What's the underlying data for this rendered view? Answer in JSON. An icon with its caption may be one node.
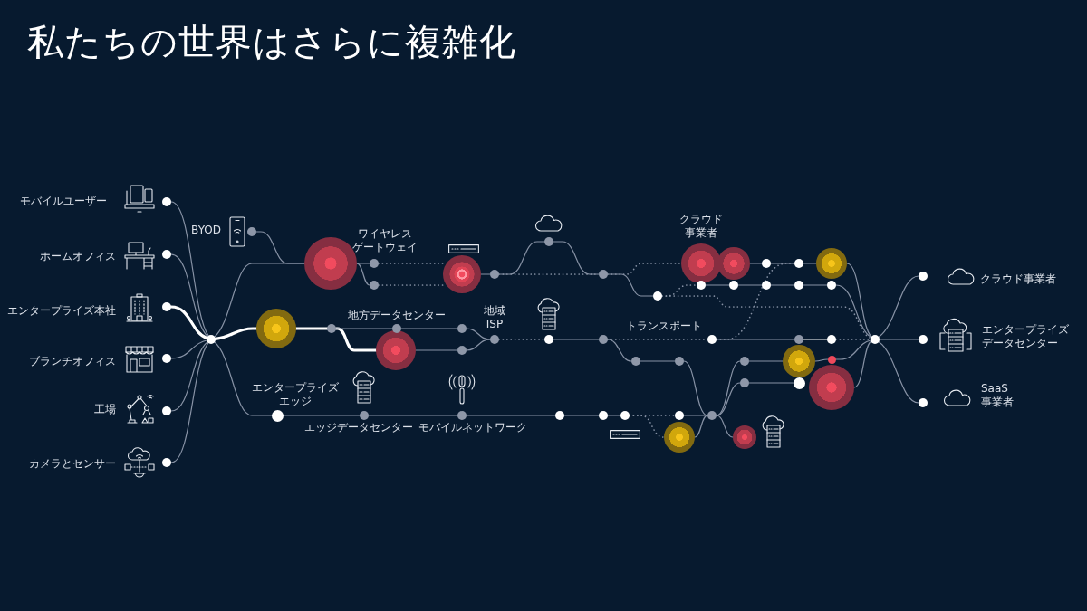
{
  "diagram": {
    "title": "私たちの世界はさらに複雑化",
    "nodes": [
      {
        "text": [],
        "shape": "circle"
      },
      {
        "text": [],
        "shape": "circle"
      },
      {
        "text": [],
        "shape": "circle"
      },
      {
        "text": [],
        "shape": "circle"
      },
      {
        "text": [],
        "shape": "circle"
      },
      {
        "text": [],
        "shape": "circle"
      },
      {
        "text": [],
        "shape": "circle"
      },
      {
        "text": [],
        "shape": "circle",
        "beside": [
          "BYOD"
        ]
      },
      {
        "text": [],
        "shape": "circle"
      },
      {
        "text": [],
        "shape": "circle",
        "beside": [
          "エンタープライズエッジ"
        ]
      },
      {
        "text": [],
        "shape": "circle",
        "beside": [
          "ワイヤレスゲートウェイ"
        ]
      },
      {
        "text": [],
        "shape": "circle"
      },
      {
        "text": [],
        "shape": "circle"
      },
      {
        "text": [],
        "shape": "circle"
      },
      {
        "text": [],
        "shape": "circle",
        "beside": [
          "地方データセンター"
        ]
      },
      {
        "text": [],
        "shape": "circle"
      },
      {
        "text": [],
        "shape": "circle",
        "beside": [
          "エッジデータセンター"
        ]
      },
      {
        "text": [],
        "shape": "circle"
      },
      {
        "text": [],
        "shape": "circle"
      },
      {
        "text": [],
        "shape": "circle"
      },
      {
        "text": [],
        "shape": "circle",
        "beside": [
          "モバイルネットワーク"
        ]
      },
      {
        "text": [],
        "shape": "circle"
      },
      {
        "text": [],
        "shape": "circle",
        "beside": [
          "地域 ISP"
        ]
      },
      {
        "text": [],
        "shape": "circle"
      },
      {
        "text": [],
        "shape": "circle"
      },
      {
        "text": [],
        "shape": "circle"
      },
      {
        "text": [],
        "shape": "circle"
      },
      {
        "text": [],
        "shape": "circle"
      },
      {
        "text": [],
        "shape": "circle"
      },
      {
        "text": [],
        "shape": "circle"
      },
      {
        "text": [],
        "shape": "circle"
      },
      {
        "text": [],
        "shape": "circle"
      },
      {
        "text": [],
        "shape": "circle"
      },
      {
        "text": [],
        "shape": "circle"
      },
      {
        "text": [],
        "shape": "circle"
      },
      {
        "text": [],
        "shape": "circle",
        "beside": [
          "クラウド事業者"
        ]
      },
      {
        "text": [],
        "shape": "circle"
      },
      {
        "text": [],
        "shape": "circle"
      },
      {
        "text": [],
        "shape": "circle"
      },
      {
        "text": [],
        "shape": "circle"
      },
      {
        "text": [],
        "shape": "circle"
      },
      {
        "text": [],
        "shape": "circle"
      },
      {
        "text": [],
        "shape": "circle"
      },
      {
        "text": [],
        "shape": "circle"
      },
      {
        "text": [],
        "shape": "circle"
      },
      {
        "text": [],
        "shape": "circle"
      },
      {
        "text": [],
        "shape": "circle"
      },
      {
        "text": [],
        "shape": "circle"
      },
      {
        "text": [],
        "shape": "circle"
      },
      {
        "text": [],
        "shape": "circle"
      },
      {
        "text": [],
        "shape": "circle"
      },
      {
        "text": [],
        "shape": "circle"
      },
      {
        "text": [],
        "shape": "circle"
      },
      {
        "text": [],
        "shape": "circle"
      },
      {
        "text": [],
        "shape": "circle"
      },
      {
        "text": [],
        "shape": "circle"
      },
      {
        "text": [],
        "shape": "circle"
      },
      {
        "text": [],
        "shape": "circle"
      },
      {
        "text": [],
        "shape": "circle"
      },
      {
        "text": [],
        "shape": "circle"
      }
    ],
    "edges": [
      {
        "from": 0,
        "to": 6,
        "arrow": "none"
      },
      {
        "from": 1,
        "to": 6,
        "arrow": "none"
      },
      {
        "from": 2,
        "to": 6,
        "arrow": "none",
        "style": "thick",
        "color": "#ffffff"
      },
      {
        "from": 3,
        "to": 6,
        "arrow": "none"
      },
      {
        "from": 4,
        "to": 6,
        "arrow": "none"
      },
      {
        "from": 5,
        "to": 6,
        "arrow": "none"
      },
      {
        "from": 6,
        "to": 10,
        "arrow": "none"
      },
      {
        "from": 7,
        "to": 10,
        "arrow": "none"
      },
      {
        "from": 6,
        "to": 8,
        "arrow": "none",
        "style": "thick",
        "color": "#ffffff"
      },
      {
        "from": 6,
        "to": 9,
        "arrow": "none"
      },
      {
        "from": 10,
        "to": 12,
        "arrow": "none"
      },
      {
        "from": 10,
        "to": 13,
        "arrow": "none"
      },
      {
        "from": 8,
        "to": 11,
        "arrow": "none",
        "style": "thick",
        "color": "#ffffff"
      },
      {
        "from": 11,
        "to": 15,
        "arrow": "none",
        "style": "thick",
        "color": "#ffffff"
      },
      {
        "from": 11,
        "to": 14,
        "arrow": "none"
      },
      {
        "from": 9,
        "to": 16,
        "arrow": "none"
      },
      {
        "from": 12,
        "to": 17,
        "arrow": "none",
        "style": "dashed"
      },
      {
        "from": 13,
        "to": 17,
        "arrow": "none",
        "style": "dashed"
      },
      {
        "from": 14,
        "to": 18,
        "arrow": "none"
      },
      {
        "from": 15,
        "to": 19,
        "arrow": "none"
      },
      {
        "from": 16,
        "to": 20,
        "arrow": "none"
      },
      {
        "from": 17,
        "to": 21,
        "arrow": "none"
      },
      {
        "from": 18,
        "to": 22,
        "arrow": "none"
      },
      {
        "from": 19,
        "to": 22,
        "arrow": "none"
      },
      {
        "from": 20,
        "to": 25,
        "arrow": "none"
      },
      {
        "from": 21,
        "to": 23,
        "arrow": "none"
      },
      {
        "from": 21,
        "to": 26,
        "arrow": "none",
        "style": "dashed"
      },
      {
        "from": 22,
        "to": 24,
        "arrow": "none",
        "style": "dashed"
      },
      {
        "from": 23,
        "to": 26,
        "arrow": "none"
      },
      {
        "from": 24,
        "to": 27,
        "arrow": "none"
      },
      {
        "from": 25,
        "to": 28,
        "arrow": "none"
      },
      {
        "from": 26,
        "to": 31,
        "arrow": "none"
      },
      {
        "from": 26,
        "to": 35,
        "arrow": "none",
        "style": "dashed"
      },
      {
        "from": 27,
        "to": 30,
        "arrow": "none"
      },
      {
        "from": 27,
        "to": 37,
        "arrow": "none",
        "style": "dashed"
      },
      {
        "from": 28,
        "to": 29,
        "arrow": "none"
      },
      {
        "from": 29,
        "to": 33,
        "arrow": "none",
        "style": "dashed"
      },
      {
        "from": 29,
        "to": 34,
        "arrow": "none",
        "style": "dashed"
      },
      {
        "from": 30,
        "to": 32,
        "arrow": "none"
      },
      {
        "from": 31,
        "to": 36,
        "arrow": "none",
        "style": "dashed"
      },
      {
        "from": 31,
        "to": 56,
        "arrow": "none",
        "style": "dashed"
      },
      {
        "from": 32,
        "to": 38,
        "arrow": "none"
      },
      {
        "from": 33,
        "to": 38,
        "arrow": "none"
      },
      {
        "from": 34,
        "to": 38,
        "arrow": "none"
      },
      {
        "from": 36,
        "to": 40,
        "arrow": "none"
      },
      {
        "from": 37,
        "to": 48,
        "arrow": "none"
      },
      {
        "from": 37,
        "to": 46,
        "arrow": "none",
        "style": "dashed"
      },
      {
        "from": 38,
        "to": 41,
        "arrow": "none"
      },
      {
        "from": 38,
        "to": 42,
        "arrow": "none"
      },
      {
        "from": 38,
        "to": 43,
        "arrow": "none"
      },
      {
        "from": 39,
        "to": 44,
        "arrow": "none"
      },
      {
        "from": 40,
        "to": 45,
        "arrow": "none"
      },
      {
        "from": 41,
        "to": 49,
        "arrow": "none"
      },
      {
        "from": 42,
        "to": 50,
        "arrow": "none"
      },
      {
        "from": 44,
        "to": 46,
        "arrow": "none"
      },
      {
        "from": 45,
        "to": 47,
        "arrow": "none"
      },
      {
        "from": 46,
        "to": 51,
        "arrow": "none"
      },
      {
        "from": 47,
        "to": 52,
        "arrow": "none"
      },
      {
        "from": 48,
        "to": 53,
        "arrow": "none",
        "color": "#ffffff"
      },
      {
        "from": 49,
        "to": 54,
        "arrow": "none"
      },
      {
        "from": 51,
        "to": 56,
        "arrow": "none"
      },
      {
        "from": 52,
        "to": 56,
        "arrow": "none"
      },
      {
        "from": 53,
        "to": 56,
        "arrow": "none",
        "style": "dashed"
      },
      {
        "from": 54,
        "to": 56,
        "arrow": "none"
      },
      {
        "from": 55,
        "to": 56,
        "arrow": "none"
      },
      {
        "from": 56,
        "to": 57,
        "arrow": "none"
      },
      {
        "from": 56,
        "to": 58,
        "arrow": "none"
      },
      {
        "from": 56,
        "to": 59,
        "arrow": "none"
      }
    ],
    "labels": [
      "モバイルユーザー",
      "ホームオフィス",
      "エンタープライズ本社",
      "ブランチオフィス",
      "工場",
      "カメラとセンサー",
      "トランスポート",
      "クラウド事業者",
      "エンタープライズデータセンター",
      "SaaS 事業者"
    ]
  }
}
